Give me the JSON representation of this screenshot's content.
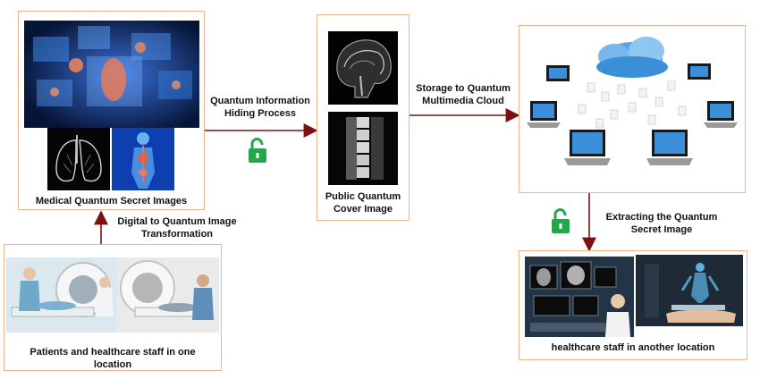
{
  "nodes": {
    "medical_secret": {
      "caption": "Medical Quantum Secret Images"
    },
    "public_cover": {
      "caption_line1": "Public Quantum",
      "caption_line2": "Cover Image"
    },
    "cloud": {
      "caption": ""
    },
    "healthcare_remote": {
      "caption": "healthcare staff in another location"
    },
    "patients": {
      "caption_line1": "Patients and healthcare staff in one",
      "caption_line2": "location"
    }
  },
  "edges": {
    "hiding": {
      "line1": "Quantum Information",
      "line2": "Hiding Process"
    },
    "storage": {
      "line1": "Storage to Quantum",
      "line2": "Multimedia Cloud"
    },
    "extracting": {
      "line1": "Extracting the Quantum",
      "line2": "Secret Image"
    },
    "transform": {
      "line1": "Digital to Quantum Image",
      "line2": "Transformation"
    }
  },
  "colors": {
    "box_border": "#f2b48a",
    "arrow": "#7a1010",
    "lock": "#22a84a"
  },
  "icons": [
    "unlock-icon",
    "unlock-icon"
  ]
}
